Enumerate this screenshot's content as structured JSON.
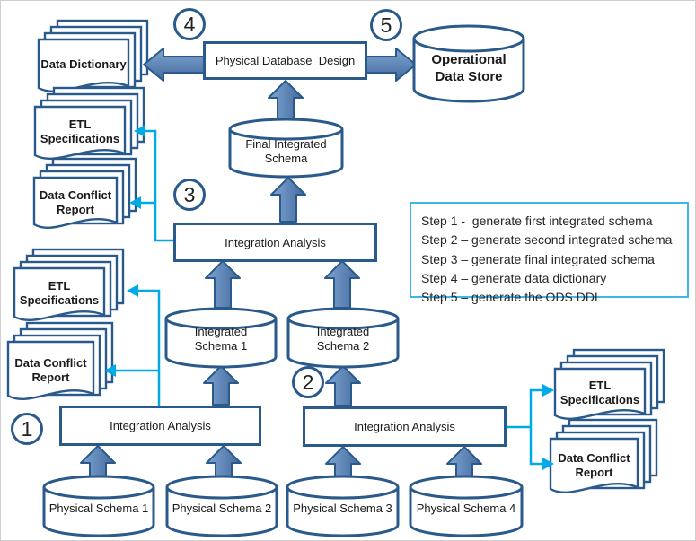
{
  "colors": {
    "outline": "#2a5a8c",
    "arrow_fill_light": "#7ea6d3",
    "arrow_fill_dark": "#44699c",
    "connector": "#00a9e8",
    "legend_border": "#3db5ea"
  },
  "boxes": {
    "physical_database_design": "Physical Database  Design",
    "integration_analysis_middle": "Integration Analysis",
    "integration_analysis_left": "Integration Analysis",
    "integration_analysis_right": "Integration Analysis"
  },
  "cylinders": {
    "operational_data_store": "Operational Data Store",
    "final_integrated_schema": "Final Integrated Schema",
    "integrated_schema_1": "Integrated Schema 1",
    "integrated_schema_2": "Integrated Schema 2",
    "physical_schema_1": "Physical Schema 1",
    "physical_schema_2": "Physical Schema 2",
    "physical_schema_3": "Physical Schema 3",
    "physical_schema_4": "Physical Schema 4"
  },
  "documents": {
    "data_dictionary": "Data Dictionary",
    "etl_specifications_upper": "ETL Specifications",
    "data_conflict_report_upper": "Data Conflict Report",
    "etl_specifications_lower": "ETL Specifications",
    "data_conflict_report_lower": "Data Conflict Report",
    "etl_specifications_right": "ETL Specifications",
    "data_conflict_report_right": "Data Conflict Report"
  },
  "step_markers": {
    "step1": "1",
    "step2": "2",
    "step3": "3",
    "step4": "4",
    "step5": "5"
  },
  "legend": {
    "lines": [
      "Step 1 -  generate first integrated schema",
      "Step 2 – generate second integrated schema",
      "Step 3 – generate final integrated schema",
      "Step 4 – generate data dictionary",
      "Step 5 – generate the ODS DDL"
    ]
  }
}
